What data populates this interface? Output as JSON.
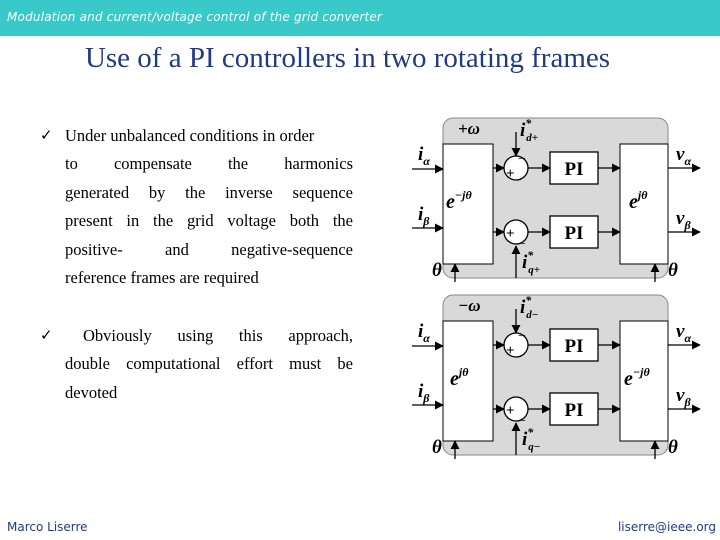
{
  "header": {
    "text": "Modulation and current/voltage control of the grid converter"
  },
  "title": "Use of a PI controllers in two rotating frames",
  "bullets": [
    {
      "mark": "✓",
      "lines": [
        "Under unbalanced conditions in order",
        "to compensate the harmonics",
        "generated by the inverse sequence",
        "present in the grid voltage both the",
        "positive- and negative-sequence",
        "reference frames are required"
      ]
    },
    {
      "mark": "✓",
      "lines": [
        "Obviously using this approach,",
        "double computational effort must be",
        "devoted"
      ]
    }
  ],
  "diagram_top": {
    "freq": "+ω",
    "ref1": {
      "base": "i",
      "sup": "*",
      "sub": "d+"
    },
    "ref2": {
      "base": "i",
      "sup": "*",
      "sub": "q+"
    },
    "in1": {
      "base": "i",
      "sub": "α"
    },
    "in2": {
      "base": "i",
      "sub": "β"
    },
    "theta": "θ",
    "transform_left": {
      "base": "e",
      "sup": "−jθ"
    },
    "transform_right": {
      "base": "e",
      "sup": "jθ"
    },
    "pi1": "PI",
    "pi2": "PI",
    "plus": "+",
    "minus": "−",
    "out1": {
      "base": "v",
      "sub": "α"
    },
    "out2": {
      "base": "v",
      "sub": "β"
    }
  },
  "diagram_bottom": {
    "freq": "−ω",
    "ref1": {
      "base": "i",
      "sup": "*",
      "sub": "d−"
    },
    "ref2": {
      "base": "i",
      "sup": "*",
      "sub": "q−"
    },
    "in1": {
      "base": "i",
      "sub": "α"
    },
    "in2": {
      "base": "i",
      "sub": "β"
    },
    "theta": "θ",
    "transform_left": {
      "base": "e",
      "sup": "jθ"
    },
    "transform_right": {
      "base": "e",
      "sup": "−jθ"
    },
    "pi1": "PI",
    "pi2": "PI",
    "plus": "+",
    "minus": "−",
    "out1": {
      "base": "v",
      "sub": "α"
    },
    "out2": {
      "base": "v",
      "sub": "β"
    }
  },
  "colors": {
    "header_bg": "#3ac9c9",
    "title": "#1f3b87",
    "frame_fill": "#d9d9d9"
  },
  "footer": {
    "left": "Marco Liserre",
    "right": "liserre@ieee.org"
  }
}
